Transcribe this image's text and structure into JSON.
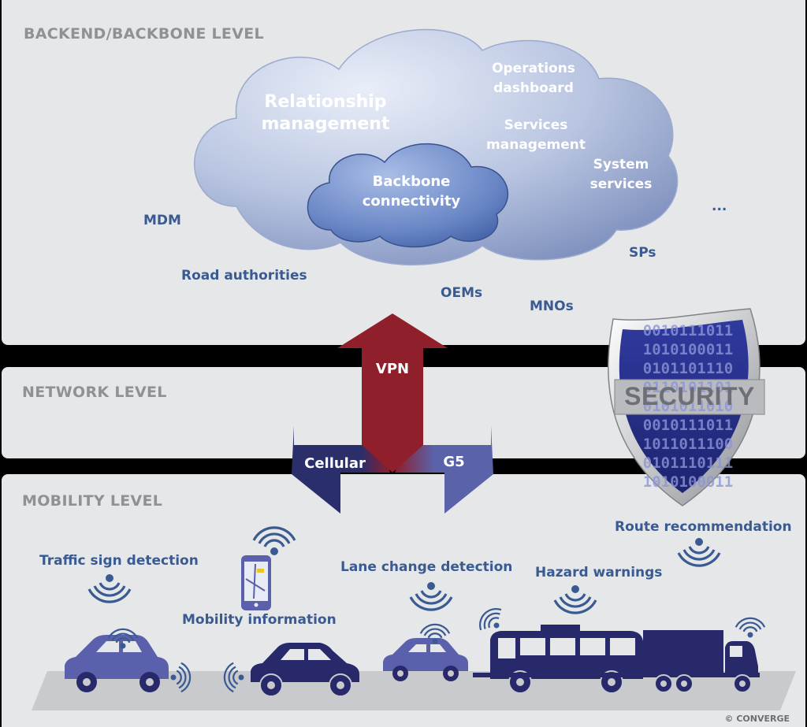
{
  "levels": {
    "backend": "BACKEND/BACKBONE LEVEL",
    "network": "NETWORK LEVEL",
    "mobility": "MOBILITY LEVEL"
  },
  "cloud": {
    "relationship": "Relationship management",
    "operations": "Operations dashboard",
    "services": "Services management",
    "system": "System services",
    "backbone": "Backbone connectivity"
  },
  "stakeholders": {
    "mdm": "MDM",
    "road": "Road authorities",
    "oems": "OEMs",
    "mnos": "MNOs",
    "sps": "SPs",
    "more": "..."
  },
  "network": {
    "vpn": "VPN",
    "cellular": "Cellular",
    "g5": "G5"
  },
  "security": {
    "label": "SECURITY",
    "binary": [
      "0010111011",
      "1010100011",
      "0101101110",
      "0110101101",
      "0101011010",
      "0010111011",
      "1011011100",
      "0101110111",
      "1010100011"
    ]
  },
  "services": {
    "traffic": "Traffic sign detection",
    "mobility_info": "Mobility information",
    "lane": "Lane change detection",
    "hazard": "Hazard warnings",
    "route": "Route recommendation"
  },
  "credit": "© CONVERGE",
  "colors": {
    "panel": "#e6e7e9",
    "label_blue": "#3a5a92",
    "arrow_red": "#8e1f2b",
    "arrow_navy": "#2a2e6b",
    "arrow_blue": "#5a62aa",
    "vehicle_navy": "#27296a",
    "vehicle_blue": "#5b60ad"
  }
}
